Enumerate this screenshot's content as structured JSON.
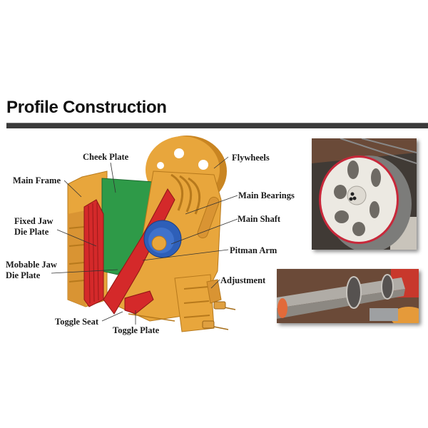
{
  "header": {
    "title": "Profile Construction"
  },
  "diagram": {
    "labels": {
      "main_frame": "Main Frame",
      "cheek_plate": "Cheek Plate",
      "fixed_jaw_1": "Fixed Jaw",
      "fixed_jaw_2": "Die Plate",
      "mobable_jaw_1": "Mobable Jaw",
      "mobable_jaw_2": "Die Plate",
      "toggle_seat": "Toggle Seat",
      "toggle_plate": "Toggle Plate",
      "flywheels": "Flywheels",
      "main_bearings": "Main Bearings",
      "main_shaft": "Main Shaft",
      "pitman_arm": "Pitman Arm",
      "adjustment": "Adjustment"
    },
    "colors": {
      "frame": "#E8A63C",
      "frame_dark": "#C98522",
      "cheek_plate": "#2E9A48",
      "jaw_plate": "#D4292A",
      "bearing": "#2E5FB8"
    }
  },
  "photos": [
    {
      "name": "flywheel-photo",
      "subject": "Flywheel"
    },
    {
      "name": "main-shaft-photo",
      "subject": "Main shaft with bearings"
    }
  ]
}
